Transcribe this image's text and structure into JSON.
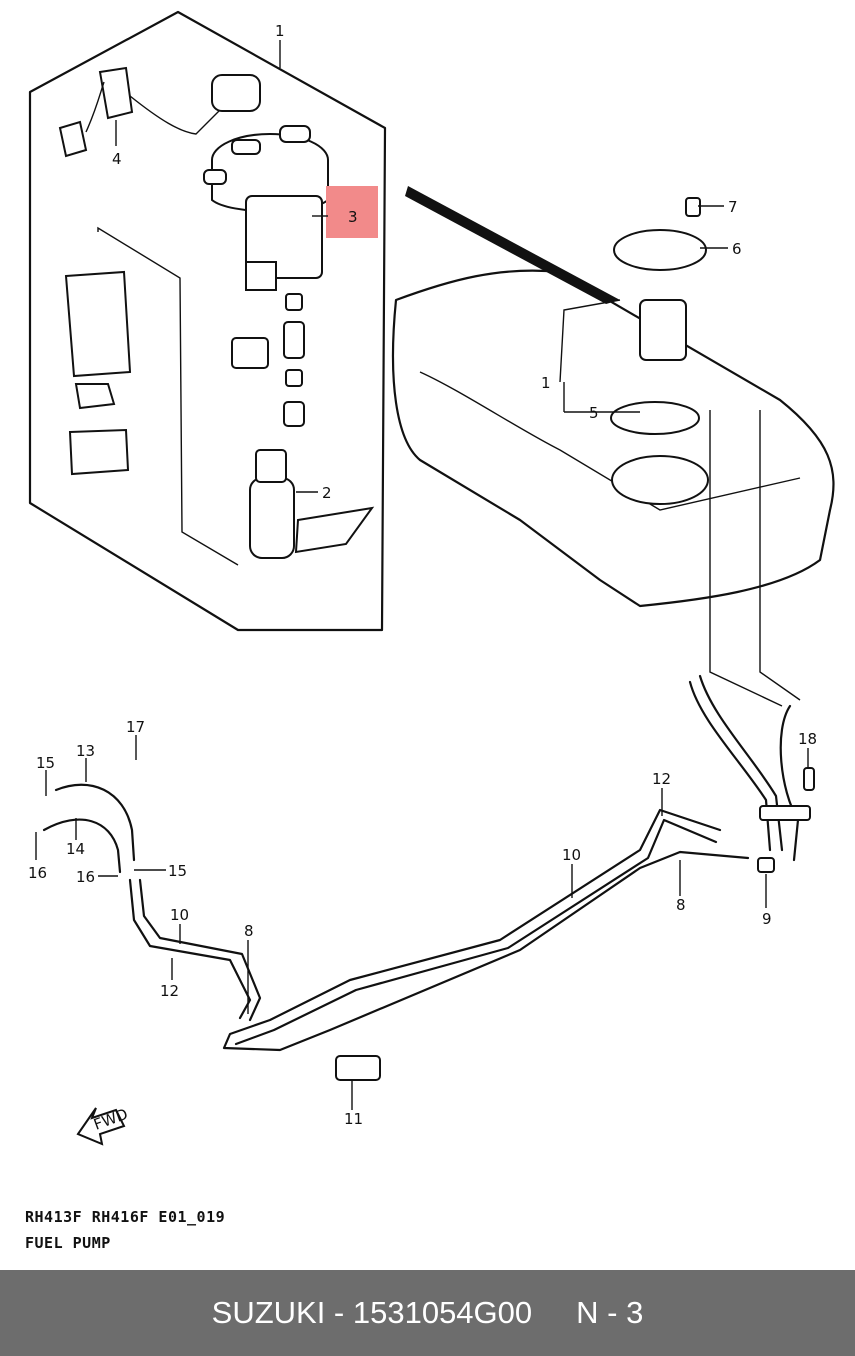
{
  "caption": {
    "line1": "RH413F RH416F E01_019",
    "line2": "FUEL PUMP"
  },
  "footer": {
    "brand_part": "SUZUKI - 1531054G00",
    "page": "N - 3"
  },
  "highlight_color": "#f28a8a",
  "callouts": {
    "c1_top": "1",
    "c2": "2",
    "c3": "3",
    "c4": "4",
    "c1_tank": "1",
    "c5": "5",
    "c6": "6",
    "c7": "7",
    "c8_left": "8",
    "c8_right": "8",
    "c9": "9",
    "c10_left": "10",
    "c10_mid": "10",
    "c11": "11",
    "c12_left": "12",
    "c12_right": "12",
    "c13": "13",
    "c14": "14",
    "c15_top": "15",
    "c15_right": "15",
    "c16_left": "16",
    "c16_mid": "16",
    "c17": "17",
    "c18": "18"
  },
  "fwd_label": "FWD"
}
